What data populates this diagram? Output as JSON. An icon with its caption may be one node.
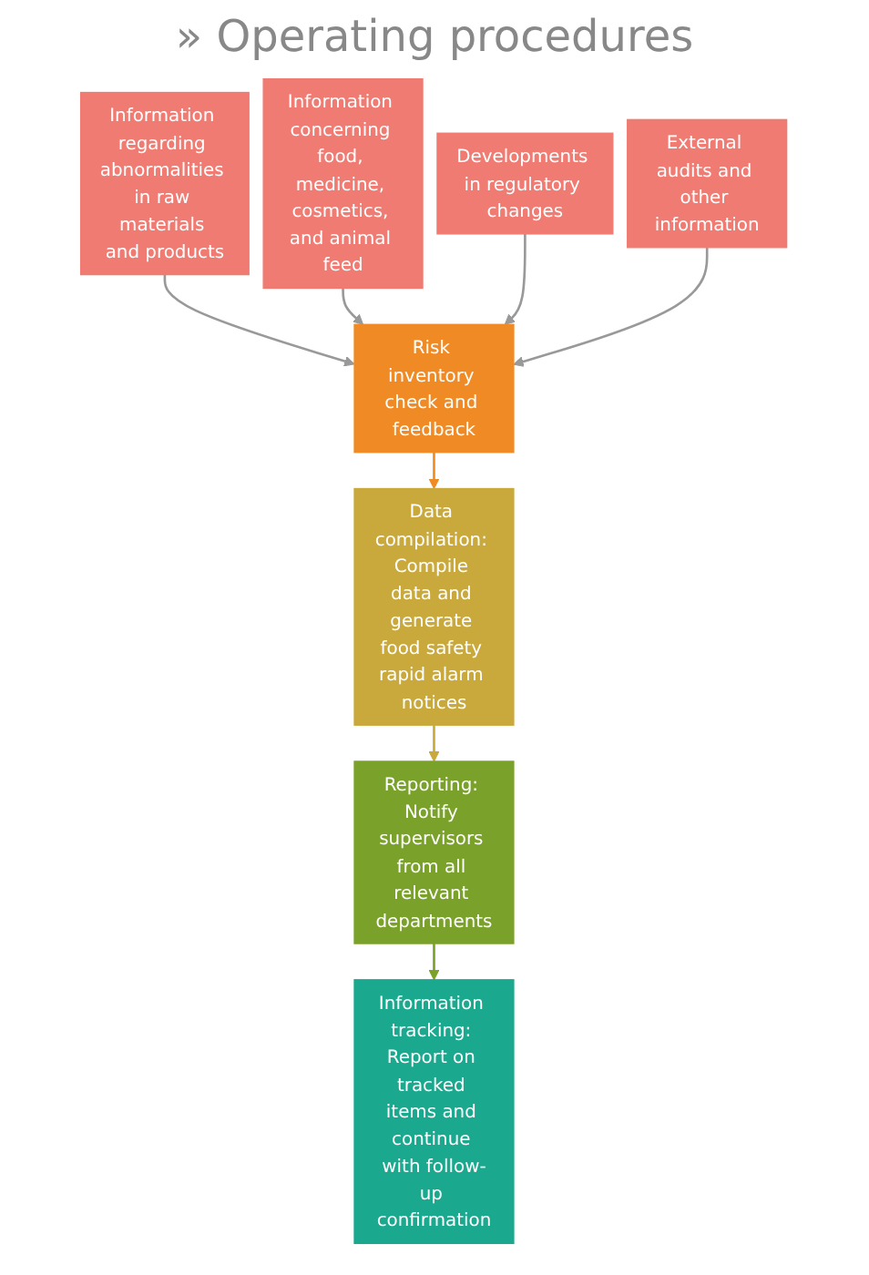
{
  "diagram": {
    "title": "» Operating procedures",
    "nodes": [
      {
        "text": [
          "Information regarding abnormalities in raw materials and products"
        ]
      },
      {
        "text": [
          "Information concerning food, medicine, cosmetics, and animal feed"
        ]
      },
      {
        "text": [
          "Developments in regulatory changes"
        ]
      },
      {
        "text": [
          "External audits and other information"
        ]
      },
      {
        "text": [
          "Risk inventory check and feedback"
        ]
      },
      {
        "text": [
          "Data compilation: Compile data and generate food safety rapid alarm notices"
        ]
      },
      {
        "text": [
          "Reporting: Notify supervisors from all relevant departments"
        ]
      },
      {
        "text": [
          "Information tracking: Report on tracked items and continue with follow-up confirmation"
        ]
      }
    ],
    "edges": [
      {
        "from": 0,
        "to": 4,
        "arrow": "to"
      },
      {
        "from": 1,
        "to": 4,
        "arrow": "to"
      },
      {
        "from": 2,
        "to": 4,
        "arrow": "to"
      },
      {
        "from": 3,
        "to": 4,
        "arrow": "to"
      },
      {
        "from": 4,
        "to": 5,
        "arrow": "to",
        "color": "#f08a24"
      },
      {
        "from": 5,
        "to": 6,
        "arrow": "to",
        "color": "#c9a93c"
      },
      {
        "from": 6,
        "to": 7,
        "arrow": "to",
        "color": "#7aa22a"
      }
    ]
  }
}
